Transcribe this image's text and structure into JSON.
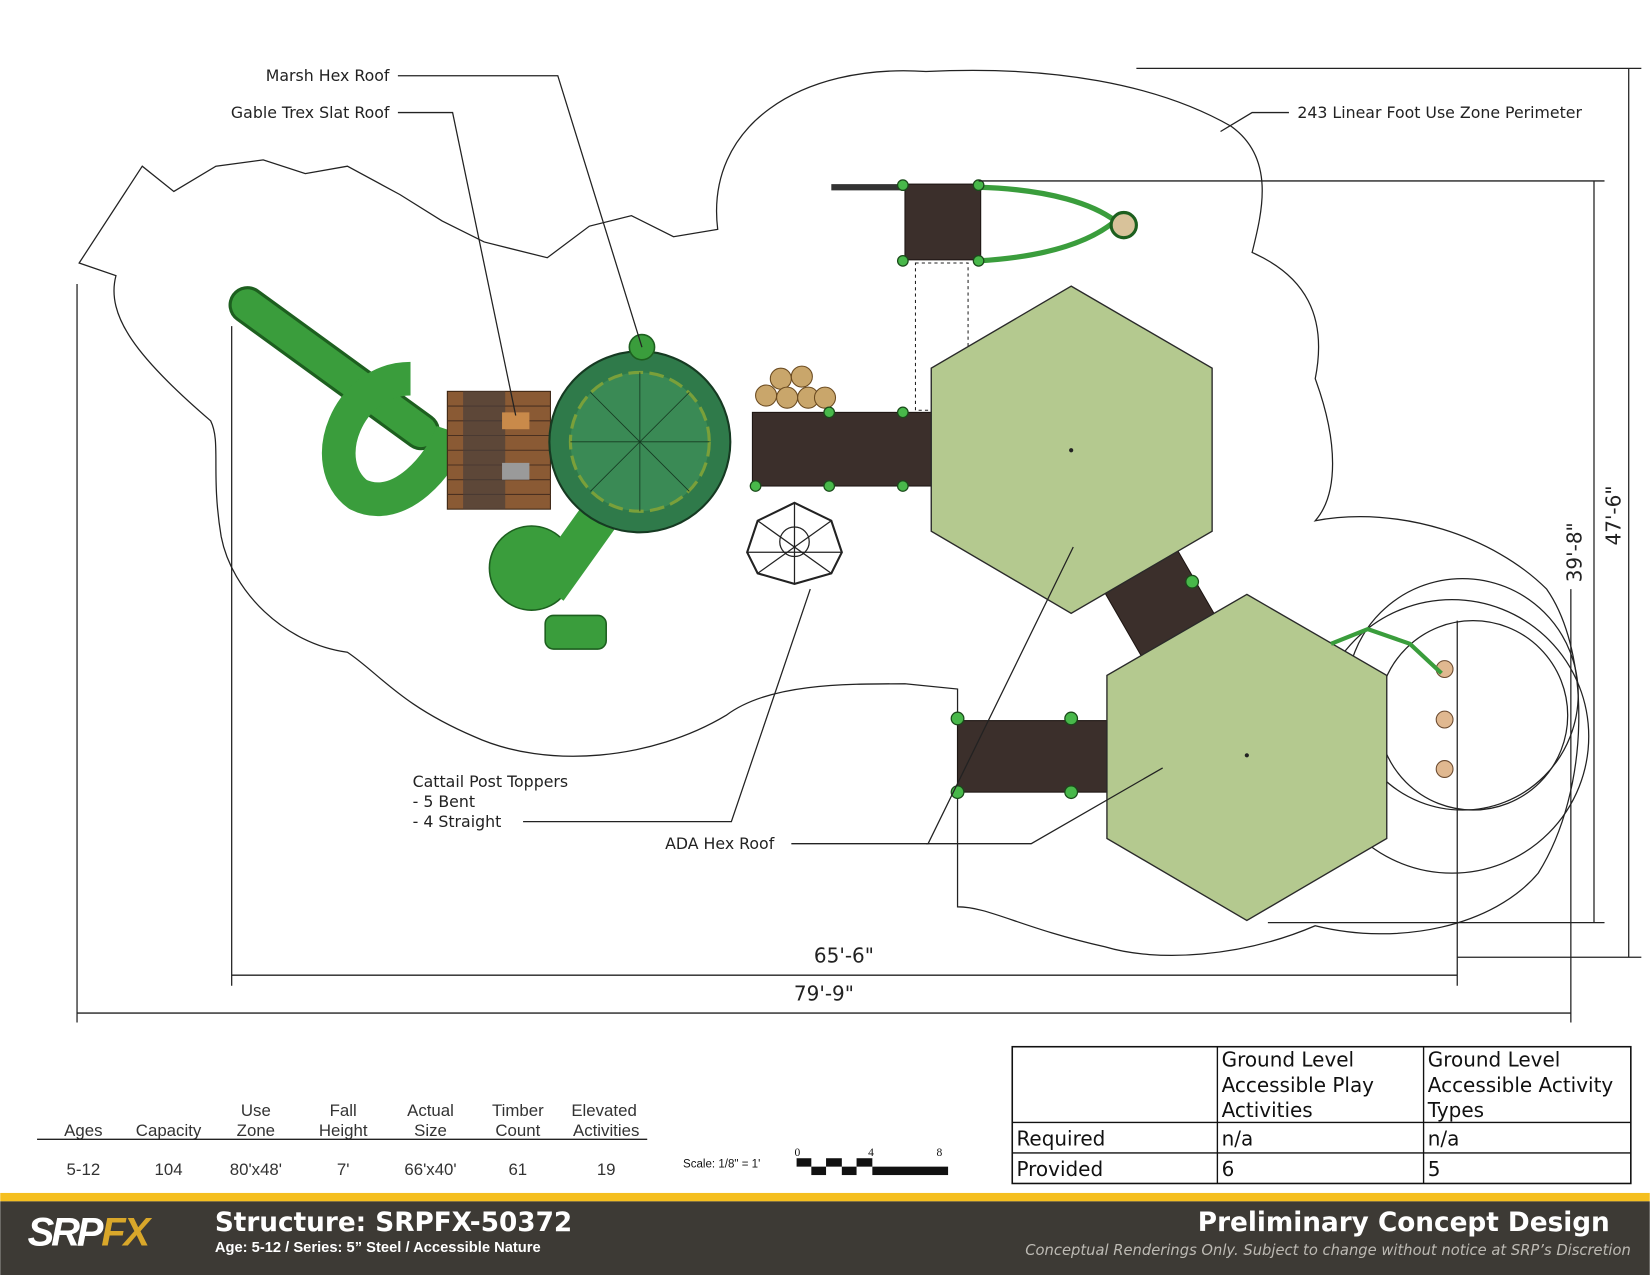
{
  "callouts": {
    "marsh_hex_roof": "Marsh Hex Roof",
    "gable_roof": "Gable Trex Slat Roof",
    "use_zone": "243 Linear Foot Use Zone Perimeter",
    "cattail_title": "Cattail Post Toppers",
    "cattail_bent": "- 5 Bent",
    "cattail_straight": "- 4 Straight",
    "ada_hex_roof": "ADA Hex Roof"
  },
  "dimensions": {
    "overall_height": "47'-6\"",
    "structure_height": "39'-8\"",
    "structure_width": "65'-6\"",
    "overall_width": "79'-9\""
  },
  "stats": {
    "headers": [
      [
        "",
        "Ages"
      ],
      [
        "",
        "Capacity"
      ],
      [
        "Use",
        "Zone"
      ],
      [
        "Fall",
        "Height"
      ],
      [
        "Actual",
        "Size"
      ],
      [
        "Timber",
        "Count"
      ],
      [
        "Elevated",
        "Activities"
      ]
    ],
    "values": [
      "5-12",
      "104",
      "80'x48'",
      "7'",
      "66'x40'",
      "61",
      "19"
    ]
  },
  "scale": {
    "label": "Scale: 1/8\" = 1'",
    "ticks": [
      "0",
      "4",
      "8"
    ]
  },
  "accessibility_table": {
    "headers": [
      [
        "Ground Level",
        "Accessible Play",
        "Activities"
      ],
      [
        "Ground Level",
        "Accessible Activity",
        "Types"
      ]
    ],
    "rows": [
      {
        "label": "Required",
        "values": [
          "n/a",
          "n/a"
        ]
      },
      {
        "label": "Provided",
        "values": [
          "6",
          "5"
        ]
      }
    ]
  },
  "footer": {
    "logo": "SRPFX",
    "structure": "Structure: SRPFX-50372",
    "subtitle": "Age: 5-12 / Series: 5” Steel / Accessible Nature",
    "design_title": "Preliminary Concept Design",
    "disclaimer": "Conceptual Renderings Only. Subject to change without notice at SRP’s Discretion"
  },
  "colors": {
    "accent_yellow": "#f5bf1f",
    "footer_bg": "#3d3a35",
    "roof_green": "#b4c98f",
    "slide_green": "#3a9d3c",
    "deck_brown": "#3b2f2b"
  }
}
